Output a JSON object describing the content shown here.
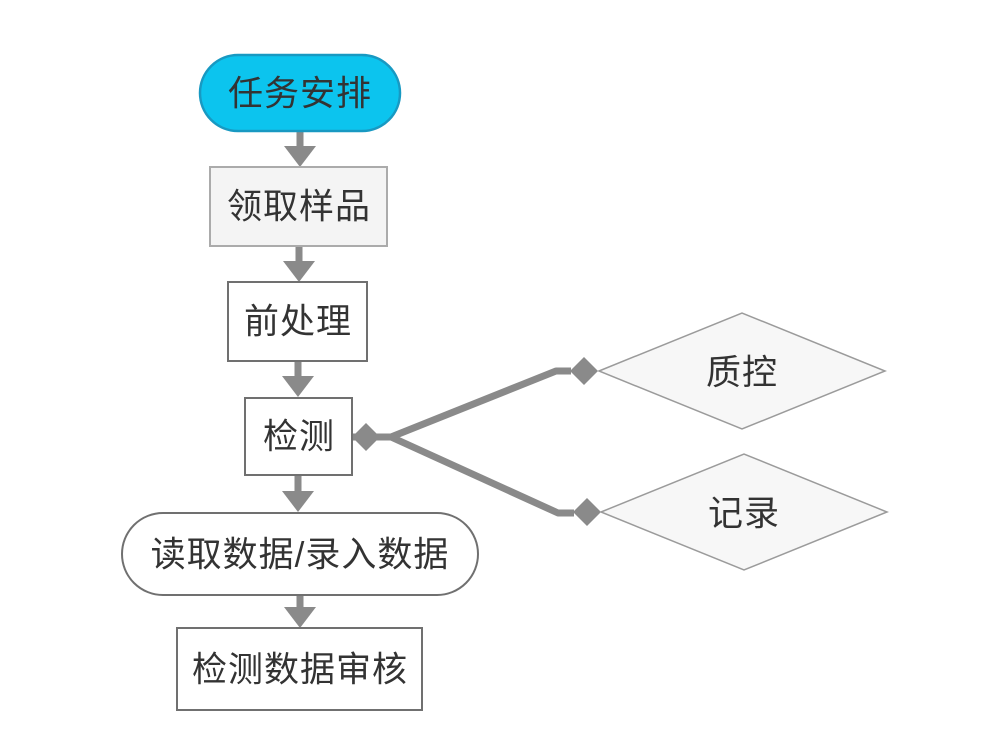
{
  "diagram": {
    "type": "flowchart",
    "background": "#ffffff",
    "nodes": {
      "task": {
        "label": "任务安排",
        "shape": "stadium",
        "fill": "cyan"
      },
      "sample": {
        "label": "领取样品",
        "shape": "rect",
        "fill": "lightgray"
      },
      "pre": {
        "label": "前处理",
        "shape": "rect",
        "fill": "white"
      },
      "detect": {
        "label": "检测",
        "shape": "rect",
        "fill": "white"
      },
      "qc": {
        "label": "质控",
        "shape": "diamond",
        "fill": "offwhite"
      },
      "record": {
        "label": "记录",
        "shape": "diamond",
        "fill": "offwhite"
      },
      "read": {
        "label": "读取数据/录入数据",
        "shape": "stadium",
        "fill": "white"
      },
      "review": {
        "label": "检测数据审核",
        "shape": "rect",
        "fill": "white"
      }
    },
    "edges": [
      {
        "from": "任务安排",
        "to": "领取样品",
        "style": "arrow"
      },
      {
        "from": "领取样品",
        "to": "前处理",
        "style": "arrow"
      },
      {
        "from": "前处理",
        "to": "检测",
        "style": "arrow"
      },
      {
        "from": "检测",
        "to": "质控",
        "style": "diamond-connector"
      },
      {
        "from": "检测",
        "to": "记录",
        "style": "diamond-connector"
      },
      {
        "from": "检测",
        "to": "读取数据/录入数据",
        "style": "arrow"
      },
      {
        "from": "读取数据/录入数据",
        "to": "检测数据审核",
        "style": "arrow"
      }
    ],
    "colors": {
      "cyan_fill": "#0cc4ee",
      "cyan_border": "#1899c2",
      "white_fill": "#ffffff",
      "lightgray_fill": "#f4f4f4",
      "diamond_fill": "#f7f7f7",
      "connector_gray": "#8a8a8a",
      "rect_border": "#707070",
      "lightrect_border": "#ababab",
      "diamond_border": "#9b9b9b",
      "text": "#333333"
    }
  }
}
